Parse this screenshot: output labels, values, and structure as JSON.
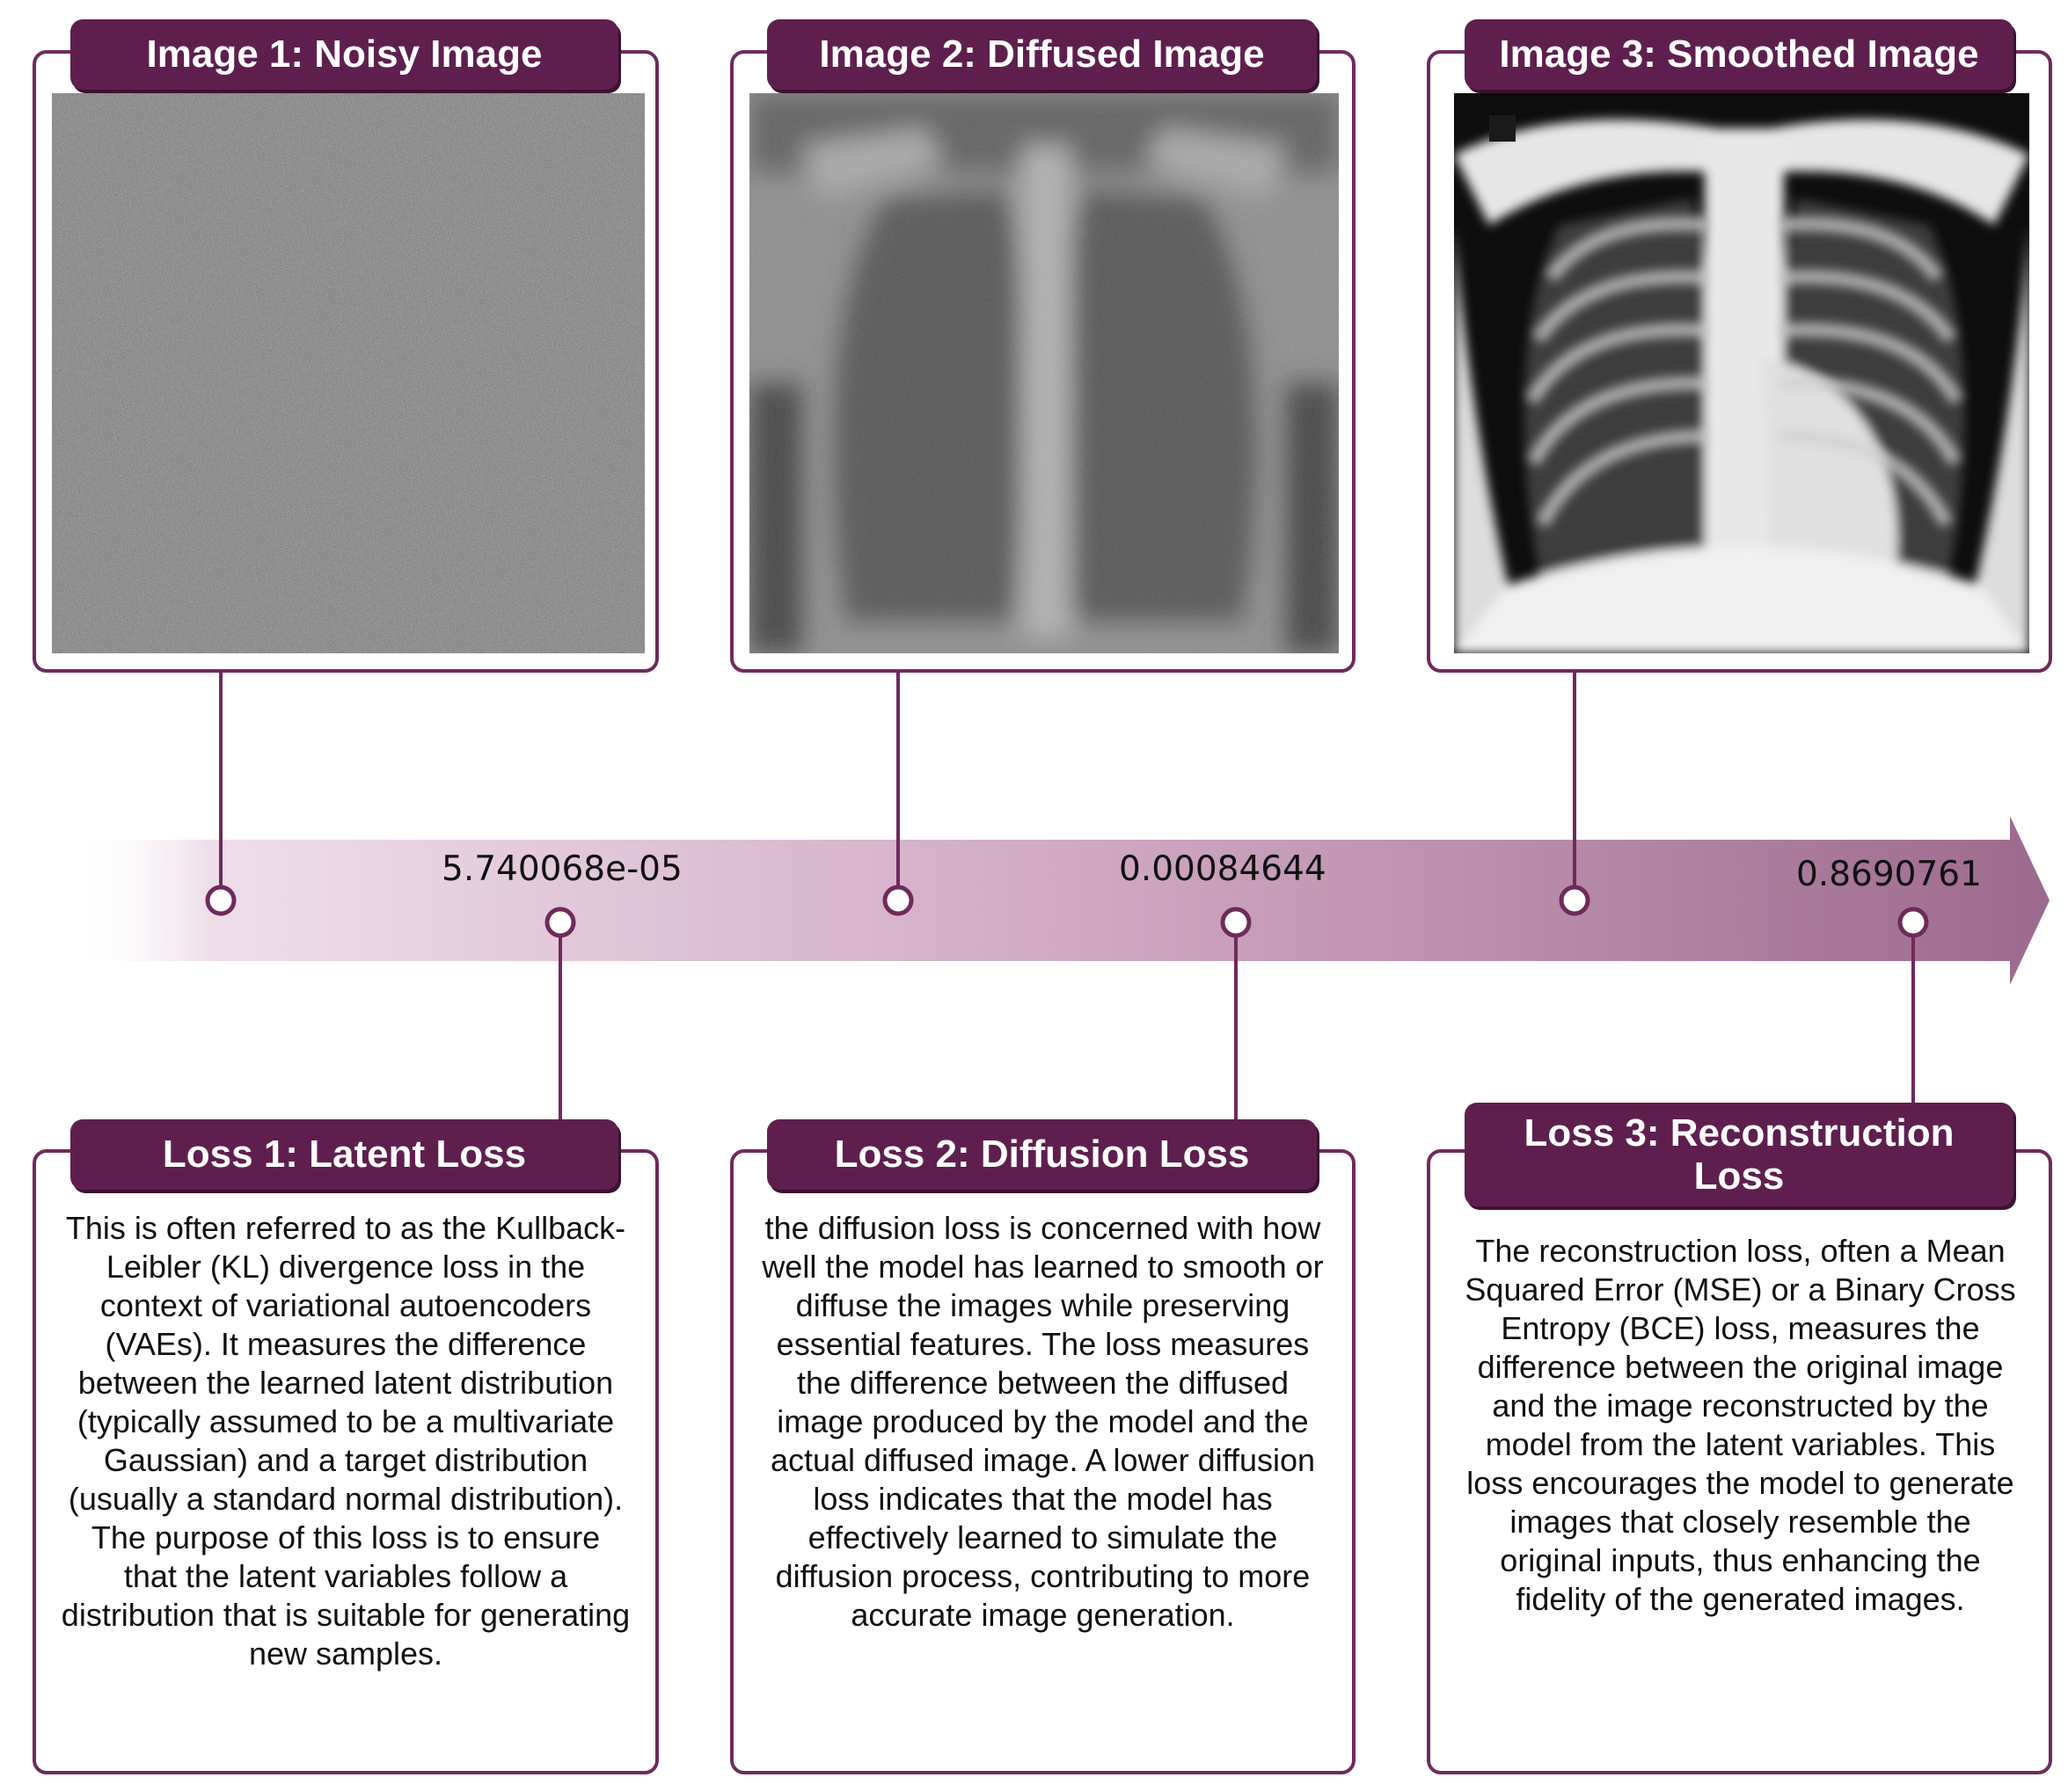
{
  "images": [
    {
      "title": "Image 1: Noisy Image"
    },
    {
      "title": "Image 2: Diffused Image"
    },
    {
      "title": "Image 3: Smoothed Image"
    }
  ],
  "timeline": {
    "values": [
      "5.740068e-05",
      "0.00084644",
      "0.8690761"
    ]
  },
  "losses": [
    {
      "title": "Loss 1: Latent Loss",
      "description": "This is often referred to as the Kullback-Leibler (KL) divergence loss in the context of variational autoencoders (VAEs). It measures the difference between the learned latent distribution (typically assumed to be a multivariate Gaussian) and a target distribution (usually a standard normal distribution). The purpose of this loss is to ensure that the latent variables follow a distribution that is suitable for generating new samples."
    },
    {
      "title": "Loss 2: Diffusion Loss",
      "description": "the diffusion loss is concerned with how well the model has learned to smooth or diffuse the images while preserving essential features. The loss measures the difference between the diffused image produced by the model and the actual diffused image. A lower diffusion loss indicates that the model has effectively learned to simulate the diffusion process, contributing to more accurate image generation."
    },
    {
      "title": "Loss 3: Reconstruction Loss",
      "description": "The reconstruction loss, often a Mean Squared Error (MSE) or a Binary Cross Entropy (BCE) loss, measures the difference between the original image and the image reconstructed by the model from the latent variables. This loss encourages the model to generate images that closely resemble the original inputs, thus enhancing the fidelity of the generated images."
    }
  ],
  "colors": {
    "accent": "#5e1f4f",
    "border": "#6f2a5c",
    "arrow_light": "#f3e6f0",
    "arrow_dark": "#9c6a8e"
  }
}
